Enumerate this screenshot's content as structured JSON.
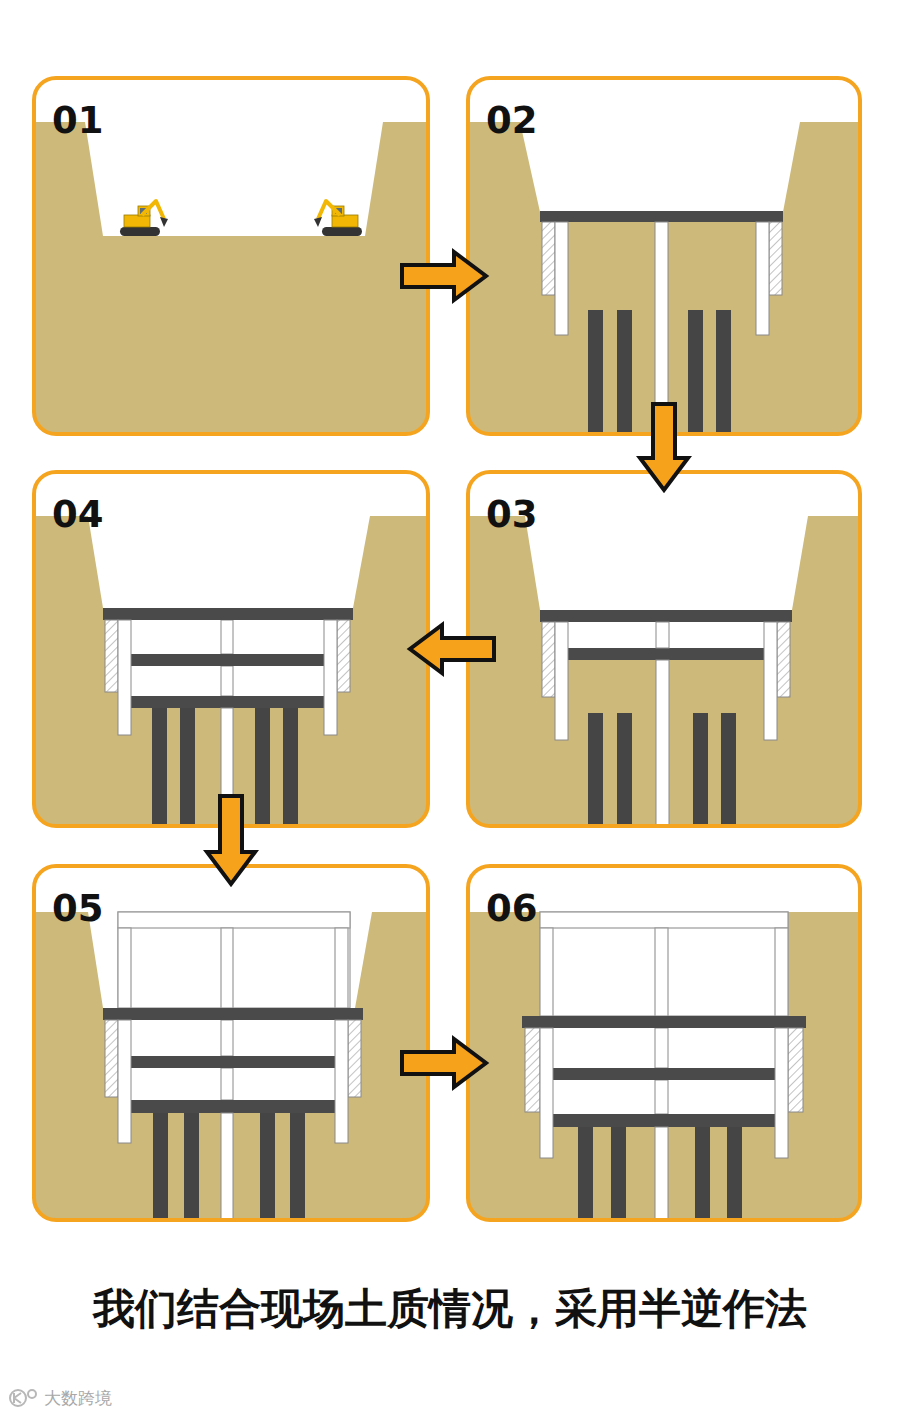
{
  "diagram": {
    "caption": "我们结合现场土质情况，采用半逆作法",
    "nodes": [
      {
        "text": [
          "01"
        ]
      },
      {
        "text": [
          "02"
        ]
      },
      {
        "text": [
          "03"
        ]
      },
      {
        "text": [
          "04"
        ]
      },
      {
        "text": [
          "05"
        ]
      },
      {
        "text": [
          "06"
        ]
      }
    ],
    "edges": [
      {
        "from": 0,
        "to": 1,
        "arrow": "to"
      },
      {
        "from": 1,
        "to": 2,
        "arrow": "to"
      },
      {
        "from": 2,
        "to": 3,
        "arrow": "to"
      },
      {
        "from": 3,
        "to": 4,
        "arrow": "to"
      },
      {
        "from": 4,
        "to": 5,
        "arrow": "to"
      }
    ],
    "labels": [
      "大数跨境"
    ]
  }
}
